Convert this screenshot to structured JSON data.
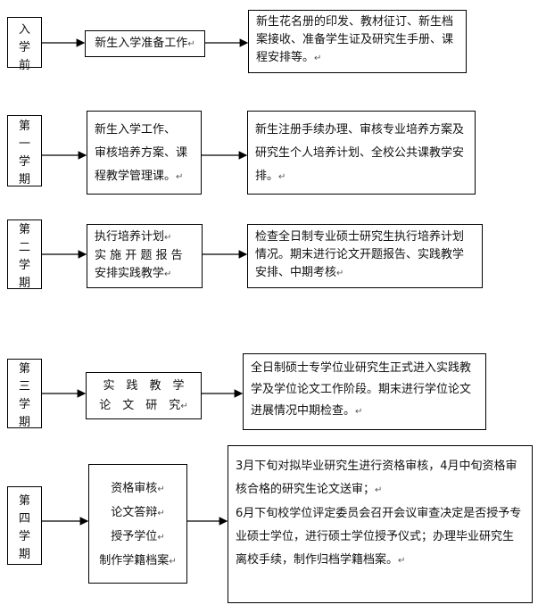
{
  "rows": [
    {
      "stage": [
        "入",
        "学",
        "前"
      ],
      "task": [
        "新生入学准备工作"
      ],
      "detail": [
        "新生花名册的印发、教材征订、新生档案接收、准备学生证及研究生手册、课程安排等。"
      ]
    },
    {
      "stage": [
        "第",
        "一",
        "学",
        "期"
      ],
      "task": [
        "新生入学工作、",
        "审核培养方案、课",
        "程教学管理课。"
      ],
      "detail": [
        "新生注册手续办理、审核专业培养方案及研究生个人培养计划、全校公共课教学安排。"
      ]
    },
    {
      "stage": [
        "第",
        "二",
        "学",
        "期"
      ],
      "task": [
        "执行培养计划",
        "实 施 开 题 报 告",
        "安排实践教学"
      ],
      "detail": [
        "检查全日制专业硕士研究生执行培养计划情况。期末进行论文开题报告、实践教学安排、中期考核"
      ]
    },
    {
      "stage": [
        "第",
        "三",
        "学",
        "期"
      ],
      "task": [
        "实　践　教　学",
        "论　文　研　究"
      ],
      "detail": [
        "全日制硕士专学位业研究生正式进入实践教学及学位论文工作阶段。期末进行学位论文进展情况中期检查。"
      ]
    },
    {
      "stage": [
        "第",
        "四",
        "学",
        "期"
      ],
      "task": [
        "资格审核",
        "论文答辩",
        "授予学位",
        "制作学籍档案"
      ],
      "detail": [
        "3月下旬对拟毕业研究生进行资格审核，4月中旬资格审核合格的研究生论文送审；",
        "6月下旬校学位评定委员会召开会议审查决定是否授予专业硕士学位，进行硕士学位授予仪式；办理毕业研究生离校手续，制作归档学籍档案。"
      ]
    }
  ],
  "paragraph_mark": "↵"
}
